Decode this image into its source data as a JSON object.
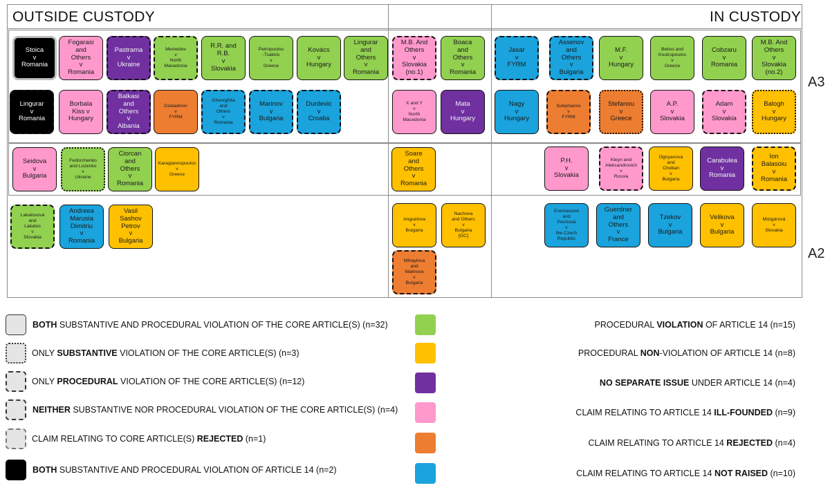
{
  "headers": {
    "outside": "OUTSIDE CUSTODY",
    "inside": "IN CUSTODY"
  },
  "rows": {
    "a3": "A3",
    "a2": "A2"
  },
  "colors": {
    "green": "#92d050",
    "yellow": "#ffc000",
    "purple": "#7030a0",
    "pink": "#ff99cc",
    "orange": "#ed7d31",
    "blue": "#1aa3dc",
    "black": "#000000"
  },
  "cases": [
    {
      "label": "Stoica\nv\nRomania",
      "color": "black",
      "border": "solid-gray"
    },
    {
      "label": "Fogarasi\nand\nOthers\nv\nRomania",
      "color": "pink",
      "border": "solid"
    },
    {
      "label": "Pastrama\nv\nUkraine",
      "color": "purple",
      "border": "dashed"
    },
    {
      "label": "Memedov\nv\nNorth\nMacedonia",
      "color": "green",
      "border": "dashdot",
      "size": "xs"
    },
    {
      "label": "R.R. and\nR.B.\nv\nSlovakia",
      "color": "green",
      "border": "solid"
    },
    {
      "label": "Petropoulou\n-Tsakiris\nv\nGreece",
      "color": "green",
      "border": "solid",
      "size": "xs"
    },
    {
      "label": "Kovács\nv\nHungary",
      "color": "green",
      "border": "solid"
    },
    {
      "label": "Lingurar\nand\nOthers\nv\nRomania",
      "color": "green",
      "border": "solid"
    },
    {
      "label": "M.B. And\nOthers\nv\nSlovakia\n(no.1)",
      "color": "pink",
      "border": "dashed"
    },
    {
      "label": "Boaca\nand\nOthers\nv\nRomania",
      "color": "green",
      "border": "solid"
    },
    {
      "label": "Jasar\nv\nFYRM",
      "color": "blue",
      "border": "dashed"
    },
    {
      "label": "Assenov\nand\nOthers\nv\nBulgaria",
      "color": "blue",
      "border": "dashed"
    },
    {
      "label": "M.F.\nv\nHungary",
      "color": "green",
      "border": "solid"
    },
    {
      "label": "Bekos and\nKoutropoulos\nv\nGreece",
      "color": "green",
      "border": "solid",
      "size": "xs"
    },
    {
      "label": "Cobzaru\nv\nRomania",
      "color": "green",
      "border": "solid"
    },
    {
      "label": "M.B. And\nOthers\nv\nSlovakia\n(no.2)",
      "color": "green",
      "border": "solid"
    },
    {
      "label": "Lingurar\nv\nRomania",
      "color": "black",
      "border": "dashed"
    },
    {
      "label": "Borbala\nKiss v\nHungary",
      "color": "pink",
      "border": "solid"
    },
    {
      "label": "Balkasi\nand\nOthers\nv\nAlbania",
      "color": "purple",
      "border": "dashed"
    },
    {
      "label": "Dzeladinov\nv\nFYRM",
      "color": "orange",
      "border": "solid",
      "size": "xs"
    },
    {
      "label": "Gheorghita\nand\nOthers\nv\nRomania",
      "color": "blue",
      "border": "dashed",
      "size": "xs"
    },
    {
      "label": "Marinov\nv\nBulgaria",
      "color": "blue",
      "border": "dashdot"
    },
    {
      "label": "Durdevic\nv\nCroatia",
      "color": "blue",
      "border": "dashed"
    },
    {
      "label": "X and Y\nv\nNorth\nMacedonia",
      "color": "pink",
      "border": "solid",
      "size": "xs"
    },
    {
      "label": "Mata\nv\nHungary",
      "color": "purple",
      "border": "solid"
    },
    {
      "label": "Nagy\nv\nHungary",
      "color": "blue",
      "border": "solid"
    },
    {
      "label": "Sulejmanov\nv\nFYRM",
      "color": "orange",
      "border": "dashed",
      "size": "xs"
    },
    {
      "label": "Stefanou\nv\nGreece",
      "color": "orange",
      "border": "dotted"
    },
    {
      "label": "A.P.\nv\nSlovakia",
      "color": "pink",
      "border": "solid"
    },
    {
      "label": "Adam\nv\nSlovakia",
      "color": "pink",
      "border": "dashed"
    },
    {
      "label": "Balogh\nv\nHungary",
      "color": "yellow",
      "border": "dotted"
    },
    {
      "label": "Seidova\nv\nBulgaria",
      "color": "pink",
      "border": "solid"
    },
    {
      "label": "Fedorchenko\nand Lozenko\nv\nUkraine",
      "color": "green",
      "border": "dotted",
      "size": "xs"
    },
    {
      "label": "Ciorcan\nand\nOthers\nv\nRomania",
      "color": "green",
      "border": "solid"
    },
    {
      "label": "Karagiannopoulos\nv\nGreece",
      "color": "yellow",
      "border": "solid",
      "size": "xs"
    },
    {
      "label": "Soare\nand\nOthers\nv\nRomania",
      "color": "yellow",
      "border": "solid"
    },
    {
      "label": "P.H.\nv\nSlovakia",
      "color": "pink",
      "border": "solid"
    },
    {
      "label": "Kleyn and\nAleksandrovich\nv\nRussia",
      "color": "pink",
      "border": "dashed",
      "size": "xs"
    },
    {
      "label": "Ognyanova\nand\nChoban\nv\nBulgaria",
      "color": "yellow",
      "border": "solid",
      "size": "xs"
    },
    {
      "label": "Carabulea\nv\nRomania",
      "color": "purple",
      "border": "solid"
    },
    {
      "label": "Ion\nBalasoiu\nv\nRomania",
      "color": "yellow",
      "border": "dashed"
    },
    {
      "label": "Lakatosová\nand\nLakatos\nv\nSlovakia",
      "color": "green",
      "border": "dashed",
      "size": "xs"
    },
    {
      "label": "Andreea\nMarusia\nDimitriu\nv\nRomania",
      "color": "blue",
      "border": "solid"
    },
    {
      "label": "Vasil\nSashov\nPetrov\nv\nBulgaria",
      "color": "yellow",
      "border": "solid"
    },
    {
      "label": "Anguelova\nv\nBulgaria",
      "color": "yellow",
      "border": "solid",
      "size": "xs"
    },
    {
      "label": "Nachova\nand Others\nv\nBulgaria\n[GC]",
      "color": "yellow",
      "border": "solid",
      "size": "xs"
    },
    {
      "label": "Mihaylova\nand\nMalinova\nv\nBulgaria",
      "color": "orange",
      "border": "dashed",
      "size": "xs"
    },
    {
      "label": "Eremiasová\nand\nPechová\nv\nthe Czech\nRepublic",
      "color": "blue",
      "border": "solid",
      "size": "xs"
    },
    {
      "label": "Guerdner\nand\nOthers\nv\nFrance",
      "color": "blue",
      "border": "solid"
    },
    {
      "label": "Tzekov\nv\nBulgaria",
      "color": "blue",
      "border": "solid"
    },
    {
      "label": "Velikova\nv\nBulgaria",
      "color": "yellow",
      "border": "solid"
    },
    {
      "label": "Mizigárová\nv\nSlovakia",
      "color": "yellow",
      "border": "solid",
      "size": "xs"
    }
  ],
  "legend_left": [
    {
      "bold": "BOTH",
      "rest": " SUBSTANTIVE AND PROCEDURAL VIOLATION OF THE CORE ARTICLE(S) (n=32)",
      "border": "solid",
      "fill": "gray"
    },
    {
      "pre": "ONLY ",
      "bold": "SUBSTANTIVE",
      "rest": " VIOLATION OF THE CORE ARTICLE(S) (n=3)",
      "border": "dotted",
      "fill": "gray"
    },
    {
      "pre": "ONLY ",
      "bold": "PROCEDURAL",
      "rest": " VIOLATION OF THE CORE ARTICLE(S) (n=12)",
      "border": "dashed",
      "fill": "gray"
    },
    {
      "bold": "NEITHER",
      "rest": " SUBSTANTIVE NOR PROCEDURAL VIOLATION OF THE CORE ARTICLE(S) (n=4)",
      "border": "dashdot",
      "fill": "gray"
    },
    {
      "pre": "CLAIM RELATING TO CORE ARTICLE(S) ",
      "bold": "REJECTED",
      "rest": " (n=1)",
      "border": "long",
      "fill": "gray"
    },
    {
      "bold": "BOTH",
      "rest": " SUBSTANTIVE AND PROCEDURAL VIOLATION OF ARTICLE 14 (n=2)",
      "border": "solid",
      "fill": "black"
    }
  ],
  "legend_right": [
    {
      "pre": "PROCEDURAL ",
      "bold": "VIOLATION",
      "rest": " OF ARTICLE 14 (n=15)",
      "color": "green"
    },
    {
      "pre": "PROCEDURAL ",
      "bold": "NON",
      "rest": "-VIOLATION OF ARTICLE 14 (n=8)",
      "color": "yellow"
    },
    {
      "bold": "NO SEPARATE ISSUE",
      "rest": " UNDER ARTICLE 14 (n=4)",
      "color": "purple"
    },
    {
      "pre": "CLAIM RELATING TO ARTICLE 14 ",
      "bold": "ILL-FOUNDED",
      "rest": " (n=9)",
      "color": "pink"
    },
    {
      "pre": "CLAIM RELATING TO ARTICLE 14 ",
      "bold": "REJECTED",
      "rest": " (n=4)",
      "color": "orange"
    },
    {
      "pre": "CLAIM RELATING TO ARTICLE 14 ",
      "bold": "NOT RAISED",
      "rest": " (n=10)",
      "color": "blue"
    }
  ]
}
